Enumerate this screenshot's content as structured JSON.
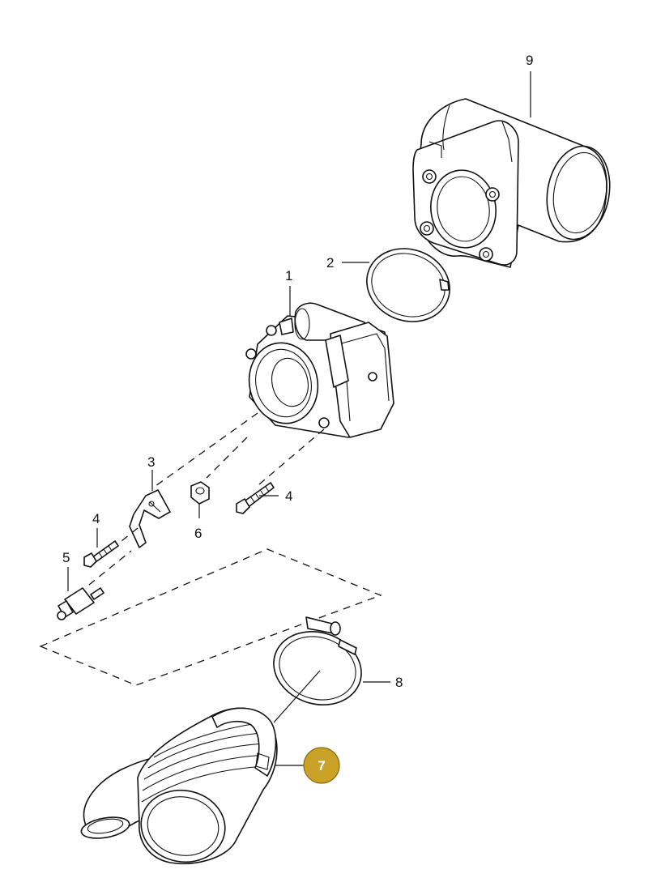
{
  "diagram": {
    "callouts": {
      "c1": "1",
      "c2": "2",
      "c3": "3",
      "c4a": "4",
      "c4b": "4",
      "c5": "5",
      "c6": "6",
      "c7": "7",
      "c8": "8",
      "c9": "9"
    },
    "highlight": {
      "callout": "7",
      "color": "#c9a227"
    }
  }
}
